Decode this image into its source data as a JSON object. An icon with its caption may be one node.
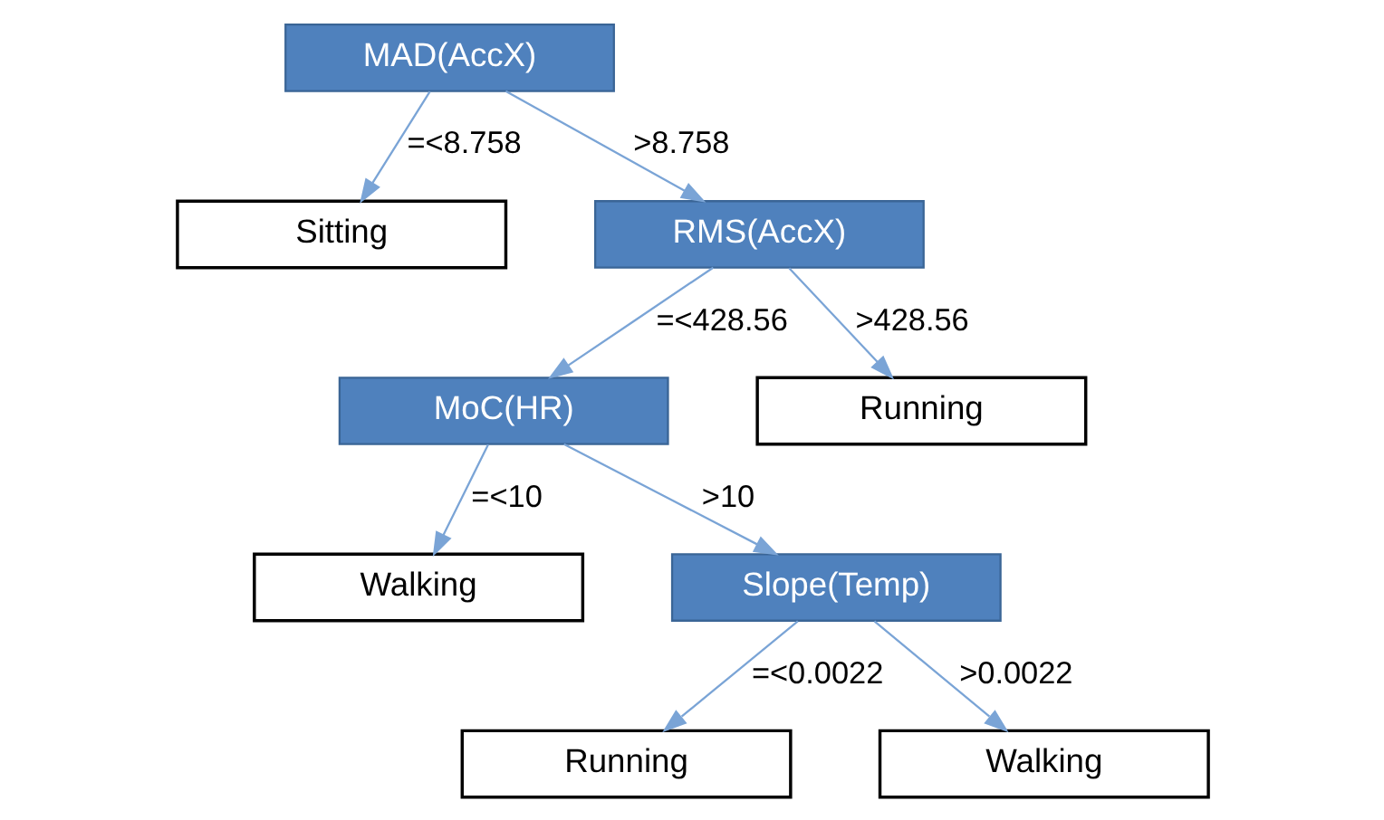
{
  "diagram": {
    "nodes": [
      {
        "text": [
          "MAD(AccX)"
        ]
      },
      {
        "text": [
          "Sitting"
        ]
      },
      {
        "text": [
          "RMS(AccX)"
        ]
      },
      {
        "text": [
          "MoC(HR)"
        ]
      },
      {
        "text": [
          "Running"
        ]
      },
      {
        "text": [
          "Walking"
        ]
      },
      {
        "text": [
          "Slope(Temp)"
        ]
      },
      {
        "text": [
          "Running"
        ]
      },
      {
        "text": [
          "Walking"
        ]
      }
    ],
    "edges": [
      {
        "from": 0,
        "to": 1,
        "arrow": "to",
        "label": "=<8.758"
      },
      {
        "from": 0,
        "to": 2,
        "arrow": "to",
        "label": ">8.758"
      },
      {
        "from": 2,
        "to": 3,
        "arrow": "to",
        "label": "=<428.56"
      },
      {
        "from": 2,
        "to": 4,
        "arrow": "to",
        "label": ">428.56"
      },
      {
        "from": 3,
        "to": 5,
        "arrow": "to",
        "label": "=<10"
      },
      {
        "from": 3,
        "to": 6,
        "arrow": "to",
        "label": ">10"
      },
      {
        "from": 6,
        "to": 7,
        "arrow": "to",
        "label": "=<0.0022"
      },
      {
        "from": 6,
        "to": 8,
        "arrow": "to",
        "label": ">0.0022"
      }
    ]
  }
}
